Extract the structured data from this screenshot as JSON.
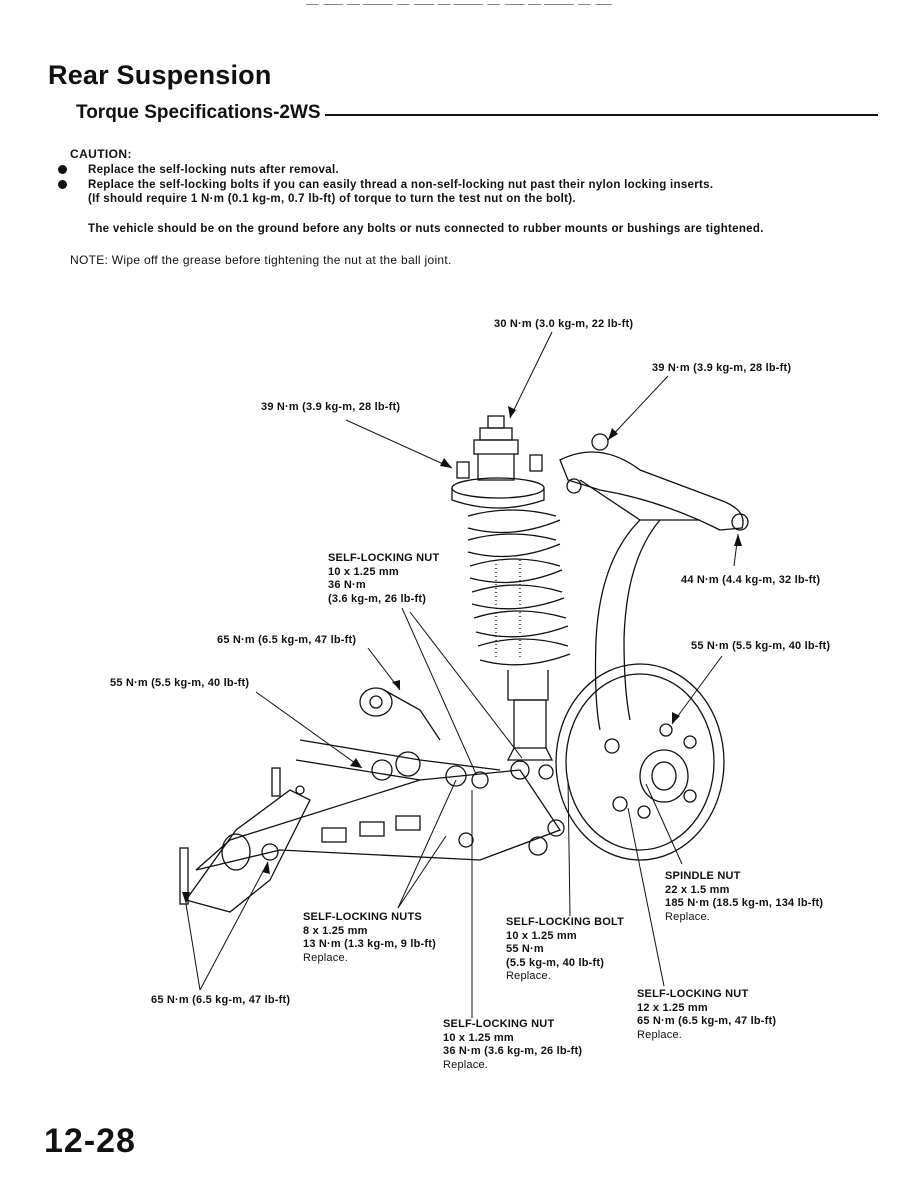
{
  "header": {
    "title": "Rear Suspension",
    "subtitle": "Torque Specifications-2WS"
  },
  "caution": {
    "heading": "CAUTION:",
    "bullet1": "Replace the self-locking nuts after removal.",
    "bullet2": "Replace the self-locking bolts if you can easily thread a non-self-locking nut past their nylon locking inserts.",
    "bullet2_sub": "(If should require 1 N·m (0.1 kg-m, 0.7 lb-ft) of torque to turn the test nut on the bolt).",
    "vehicle_note": "The vehicle should be on the ground before any bolts or nuts connected to rubber mounts or bushings are tightened."
  },
  "note": "NOTE: Wipe off the grease before tightening the nut at the ball joint.",
  "callouts": {
    "top_center": "30 N·m (3.0 kg-m, 22 lb-ft)",
    "top_right": "39 N·m (3.9 kg-m, 28 lb-ft)",
    "top_left": "39 N·m (3.9 kg-m, 28 lb-ft)",
    "ball_joint": "44 N·m (4.4 kg-m, 32 lb-ft)",
    "self_locking_nut_upper": {
      "l1": "SELF-LOCKING NUT",
      "l2": "10 x 1.25 mm",
      "l3": "36 N·m",
      "l4": "(3.6 kg-m, 26 lb-ft)"
    },
    "mid_left_65": "65 N·m (6.5 kg-m, 47 lb-ft)",
    "left_55": "55 N·m (5.5 kg-m, 40 lb-ft)",
    "right_55": "55 N·m (5.5 kg-m, 40 lb-ft)",
    "spindle_nut": {
      "l1": "SPINDLE NUT",
      "l2": "22 x 1.5 mm",
      "l3": "185 N·m (18.5 kg-m, 134 lb-ft)",
      "l4": "Replace."
    },
    "self_locking_nuts_lower": {
      "l1": "SELF-LOCKING NUTS",
      "l2": "8 x 1.25 mm",
      "l3": "13 N·m (1.3 kg-m, 9 lb-ft)",
      "l4": "Replace."
    },
    "self_locking_bolt": {
      "l1": "SELF-LOCKING BOLT",
      "l2": "10 x 1.25 mm",
      "l3": "55 N·m",
      "l4": "(5.5 kg-m, 40 lb-ft)",
      "l5": "Replace."
    },
    "bottom_left_65": "65 N·m (6.5 kg-m, 47 lb-ft)",
    "self_locking_nut_right": {
      "l1": "SELF-LOCKING NUT",
      "l2": "12 x 1.25 mm",
      "l3": "65 N·m (6.5 kg-m, 47 lb-ft)",
      "l4": "Replace."
    },
    "self_locking_nut_bottom": {
      "l1": "SELF-LOCKING NUT",
      "l2": "10 x 1.25 mm",
      "l3": "36 N·m (3.6 kg-m, 26 lb-ft)",
      "l4": "Replace."
    }
  },
  "page_number": "12-28"
}
